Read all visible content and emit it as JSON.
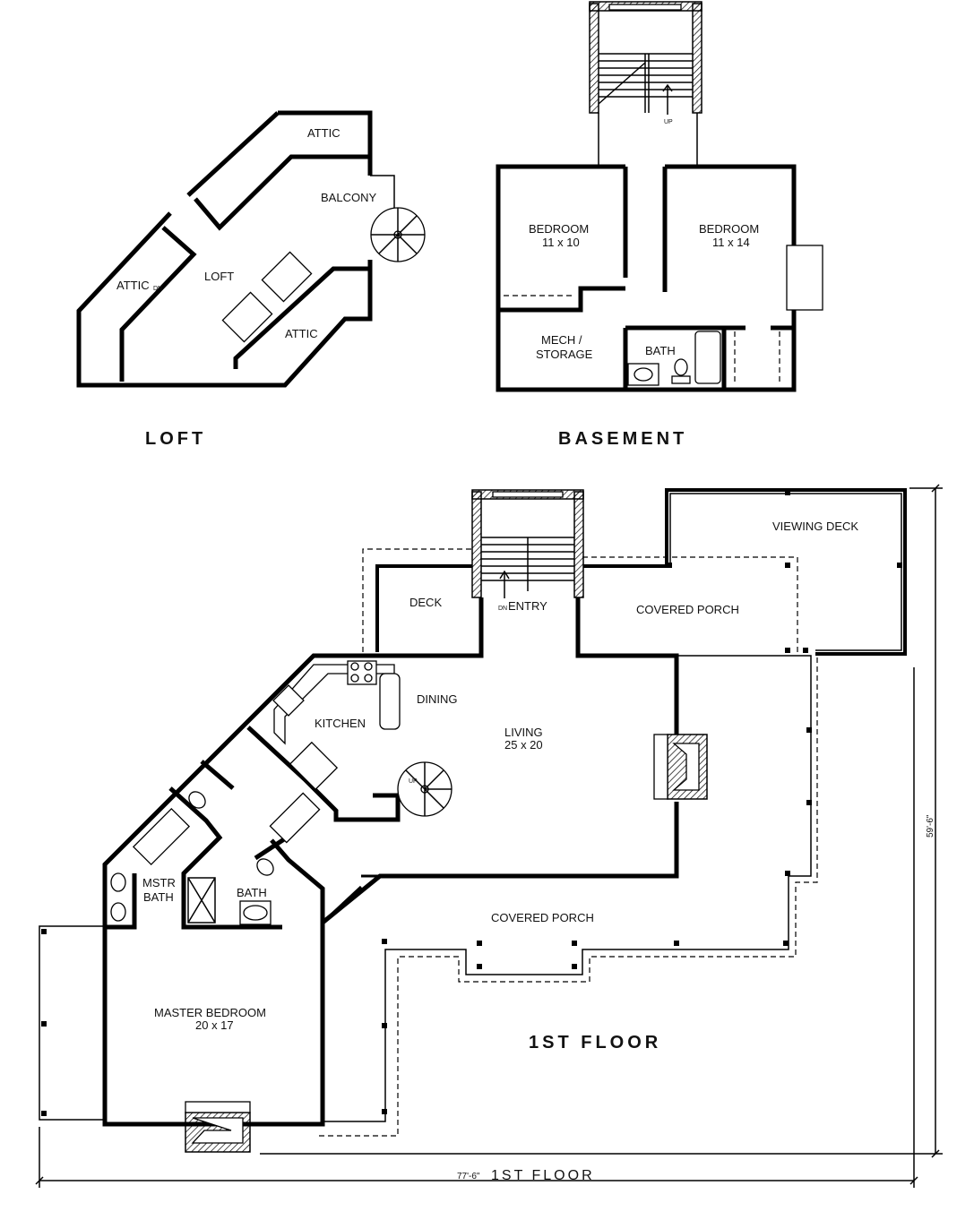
{
  "labels": {
    "loft_title": "LOFT",
    "basement_title": "BASEMENT",
    "first_floor_title": "1ST FLOOR",
    "first_floor_caption": "1ST FLOOR",
    "attic_top": "ATTIC",
    "balcony": "BALCONY",
    "attic_left": "ATTIC",
    "dn_small": "DN",
    "loft": "LOFT",
    "attic_bottom": "ATTIC",
    "bedroom_left": "BEDROOM",
    "bedroom_left_size": "11 x 10",
    "bedroom_right": "BEDROOM",
    "bedroom_right_size": "11 x 14",
    "mech_line1": "MECH /",
    "mech_line2": "STORAGE",
    "bath_basement": "BATH",
    "up_basement": "UP",
    "viewing_deck": "VIEWING DECK",
    "covered_porch_top": "COVERED PORCH",
    "deck": "DECK",
    "dn_entry": "DN",
    "entry": "ENTRY",
    "dining": "DINING",
    "kitchen": "KITCHEN",
    "living": "LIVING",
    "living_size": "25 x 20",
    "up_stair": "UP",
    "mstr_line1": "MSTR",
    "mstr_line2": "BATH",
    "bath_first": "BATH",
    "covered_porch_bottom": "COVERED PORCH",
    "master_bedroom": "MASTER BEDROOM",
    "master_bedroom_size": "20 x 17",
    "dim_width": "77'-6\"",
    "dim_depth": "59'-6\""
  }
}
